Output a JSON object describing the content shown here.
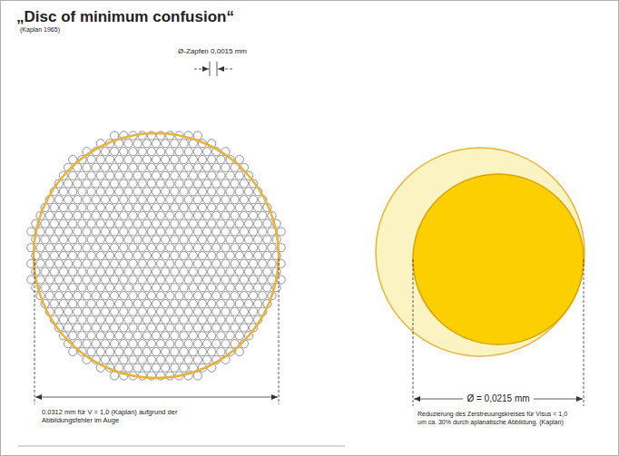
{
  "diagram": {
    "title": "„Disc of minimum confusion“",
    "labels": [
      "(Kaplan 1965)",
      "Ø-Zapfen 0,0015 mm",
      "0,0312 mm für V = 1,0 (Kaplan) aufgrund der Abbildungsfehler im Auge",
      "Ø = 0,0215 mm",
      "Reduzierung des Zerstreuungskreises für Visus = 1,0 um ca. 30% durch aplanatische Abbildung. (Kaplan)"
    ]
  }
}
